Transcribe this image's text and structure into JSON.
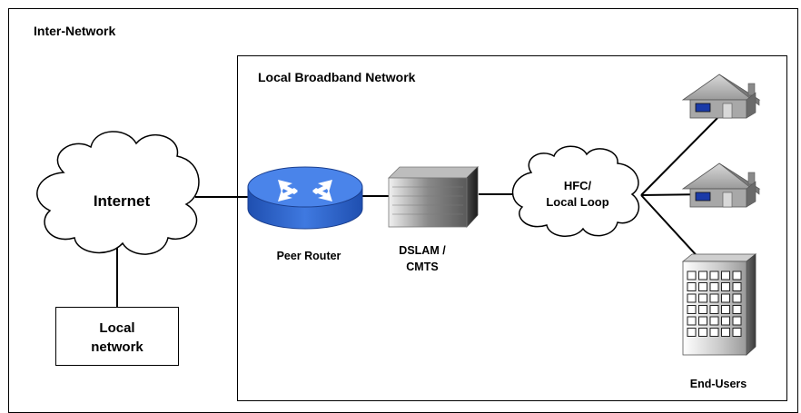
{
  "inter_network": {
    "label": "Inter-Network"
  },
  "local_broadband": {
    "label": "Local Broadband Network"
  },
  "internet_cloud": {
    "label": "Internet"
  },
  "local_network": {
    "line1": "Local",
    "line2": "network"
  },
  "peer_router": {
    "label": "Peer Router"
  },
  "dslam": {
    "line1": "DSLAM /",
    "line2": "CMTS"
  },
  "hfc_cloud": {
    "line1": "HFC/",
    "line2": "Local Loop"
  },
  "end_users": {
    "label": "End-Users"
  },
  "colors": {
    "router_blue": "#3b6fd6",
    "house_wall": "#9c9c9c",
    "building": "#b8b8b8"
  },
  "icons": [
    "cloud-icon",
    "router-icon",
    "dslam-icon",
    "house-icon",
    "building-icon"
  ]
}
